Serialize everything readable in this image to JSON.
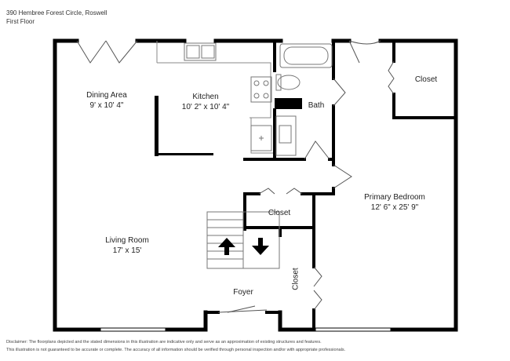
{
  "header": {
    "address": "390 Hembree Forest Circle, Roswell",
    "floor": "First Floor"
  },
  "rooms": {
    "dining": {
      "name": "Dining Area",
      "dims": "9' x 10' 4\""
    },
    "kitchen": {
      "name": "Kitchen",
      "dims": "10' 2\" x 10' 4\""
    },
    "bath": {
      "name": "Bath"
    },
    "closet_top_right": {
      "name": "Closet"
    },
    "primary_bedroom": {
      "name": "Primary Bedroom",
      "dims": "12' 6\" x 25' 9\""
    },
    "closet_middle": {
      "name": "Closet"
    },
    "living": {
      "name": "Living Room",
      "dims": "17' x 15'"
    },
    "foyer": {
      "name": "Foyer"
    },
    "closet_vertical": {
      "name": "Closet"
    }
  },
  "disclaimer": {
    "line1": "Disclaimer: The floorplans depicted and the stated dimensions in this illustration are indicative only and serve as an approximation of existing structures and features.",
    "line2": "This illustration is not guaranteed to be accurate or complete. The accuracy of all information should be verified through personal inspection and/or with appropriate professionals."
  },
  "colors": {
    "wall": "#000000",
    "fixture": "#777777",
    "background": "#ffffff"
  }
}
